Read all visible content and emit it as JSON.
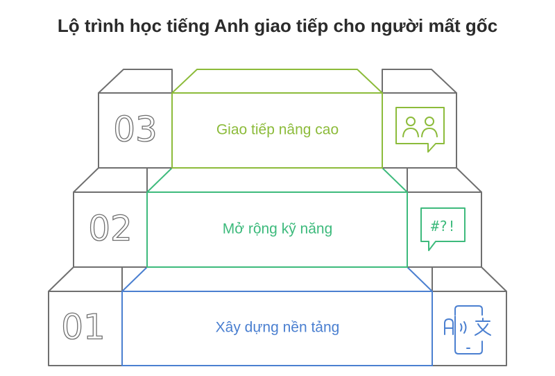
{
  "title": "Lộ trình học tiếng Anh giao tiếp cho người mất gốc",
  "steps": [
    {
      "number": "01",
      "label": "Xây dựng nền tảng",
      "icon": "translate-phone-icon",
      "color": "#4a7fd0"
    },
    {
      "number": "02",
      "label": "Mở rộng kỹ năng",
      "icon": "speech-symbols-icon",
      "color": "#3dba7c",
      "icon_text": "#?!"
    },
    {
      "number": "03",
      "label": "Giao tiếp nâng cao",
      "icon": "group-chat-icon",
      "color": "#8cbb3a"
    }
  ]
}
